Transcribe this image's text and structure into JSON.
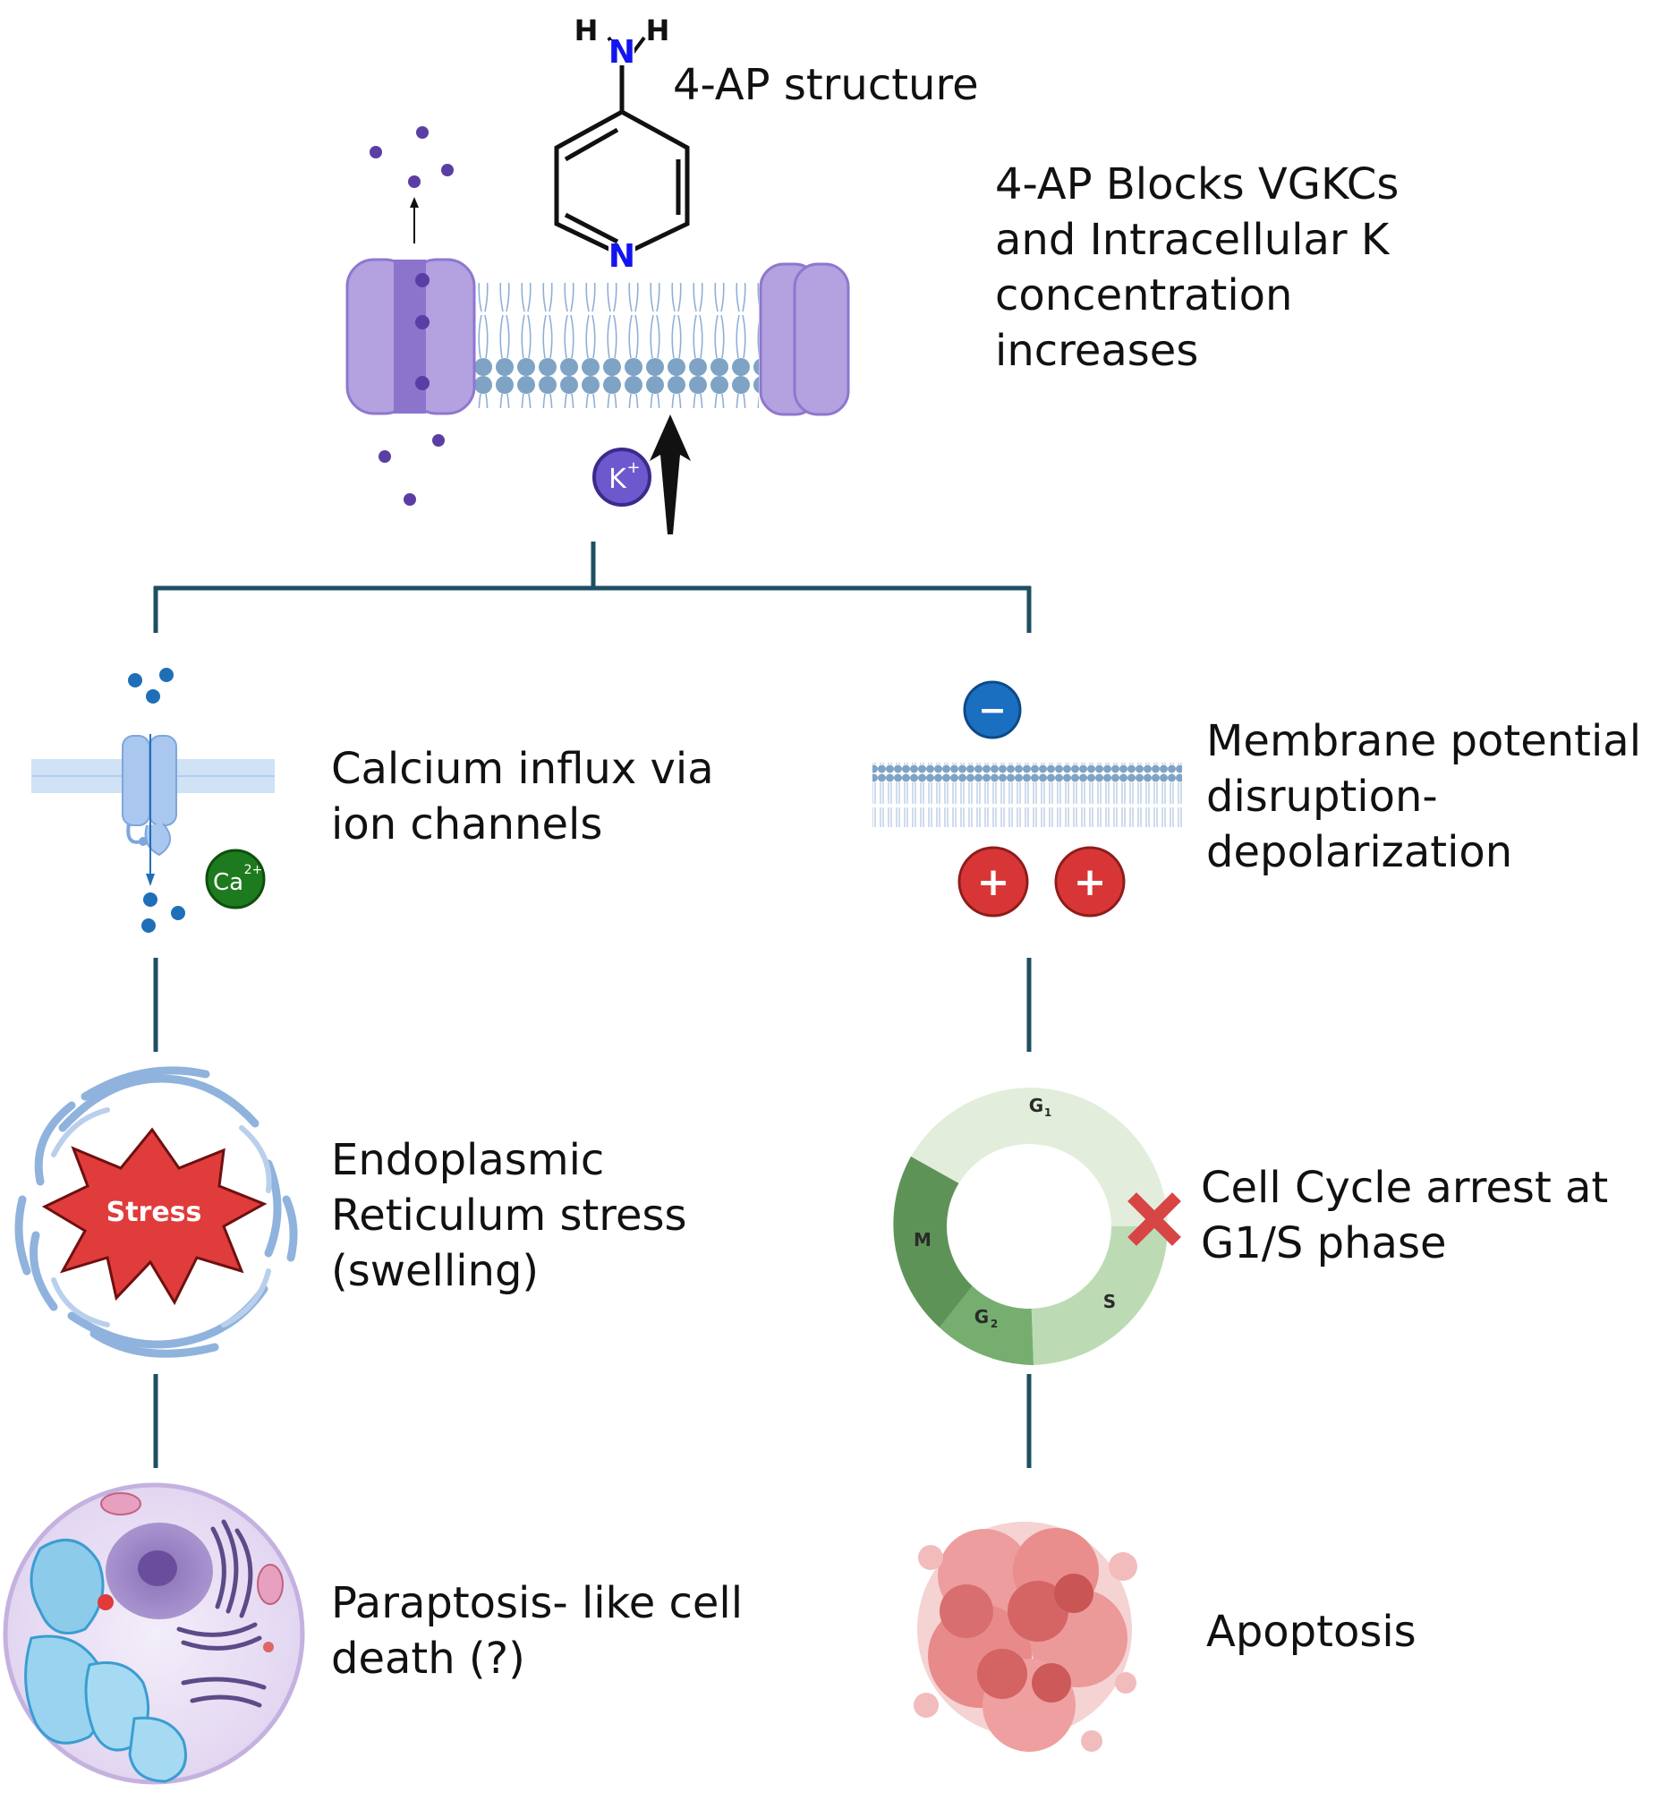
{
  "structure": {
    "caption": "4-AP structure",
    "atom_n_amine": "N",
    "atom_h_left": "H",
    "atom_h_right": "H",
    "atom_n_ring": "N"
  },
  "ion_labels": {
    "potassium": "K",
    "potassium_charge": "+",
    "calcium": "Ca",
    "calcium_charge": "2+",
    "negative": "−",
    "positive_1": "+",
    "positive_2": "+"
  },
  "stress_label": "Stress",
  "cell_cycle": {
    "g1": "G",
    "g1_sub": "1",
    "s": "S",
    "g2": "G",
    "g2_sub": "2",
    "m": "M"
  },
  "header_text": {
    "line1": "4-AP Blocks VGKCs",
    "line2": "and Intracellular K",
    "line3": "concentration",
    "line4": "increases"
  },
  "left_branch": {
    "step1": {
      "line1": "Calcium influx via",
      "line2": "ion channels"
    },
    "step2": {
      "line1": "Endoplasmic",
      "line2": "Reticulum stress",
      "line3": "(swelling)"
    },
    "step3": {
      "line1": "Paraptosis- like cell",
      "line2": "death (?)"
    }
  },
  "right_branch": {
    "step1": {
      "line1": "Membrane potential",
      "line2": "disruption-",
      "line3": "depolarization"
    },
    "step2": {
      "line1": "Cell Cycle arrest at",
      "line2": "G1/S phase"
    },
    "step3": {
      "line1": "Apoptosis"
    }
  },
  "colors": {
    "connector": "#1d4f63",
    "channel": "#b7a5e2",
    "ion_purple": "#5b3ea3",
    "lipid_head": "#7fa3c5",
    "calcium_blue": "#1f6fb8",
    "calcium_badge": "#1e7a1e",
    "negative": "#1a6fc0",
    "positive": "#d83636",
    "stress_red": "#e03c3c",
    "arrest_x": "#d84545"
  }
}
